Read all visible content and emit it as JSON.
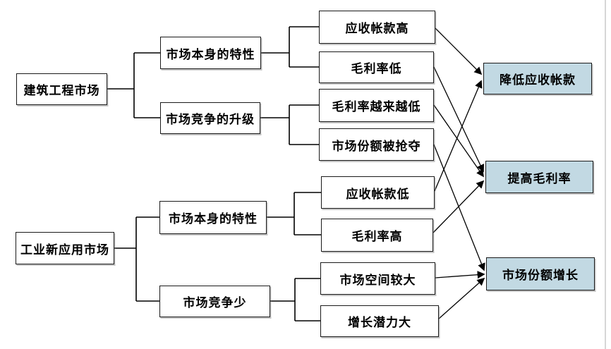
{
  "tree": [
    {
      "market": "建筑工程市场",
      "children": [
        {
          "category": "市场本身的特性",
          "factors": [
            "应收帐款高",
            "毛利率低"
          ]
        },
        {
          "category": "市场竞争的升级",
          "factors": [
            "毛利率越来越低",
            "市场份额被抢夺"
          ]
        }
      ]
    },
    {
      "market": "工业新应用市场",
      "children": [
        {
          "category": "市场本身的特性",
          "factors": [
            "应收帐款低",
            "毛利率高"
          ]
        },
        {
          "category": "市场竞争少",
          "factors": [
            "市场空间较大",
            "增长潜力大"
          ]
        }
      ]
    }
  ],
  "goals": [
    "降低应收帐款",
    "提高毛利率",
    "市场份额增长"
  ],
  "factor_to_goal": [
    {
      "from": "应收帐款高",
      "to": "降低应收帐款"
    },
    {
      "from": "应收帐款低",
      "to": "降低应收帐款"
    },
    {
      "from": "毛利率低",
      "to": "提高毛利率"
    },
    {
      "from": "毛利率越来越低",
      "to": "提高毛利率"
    },
    {
      "from": "毛利率高",
      "to": "提高毛利率"
    },
    {
      "from": "市场份额被抢夺",
      "to": "市场份额增长"
    },
    {
      "from": "市场空间较大",
      "to": "市场份额增长"
    },
    {
      "from": "增长潜力大",
      "to": "市场份额增长"
    }
  ],
  "colors": {
    "goal_fill": "#c2d9e3",
    "box_fill": "#ffffff",
    "line": "#000000",
    "frame_line": "#c9c9c9"
  }
}
